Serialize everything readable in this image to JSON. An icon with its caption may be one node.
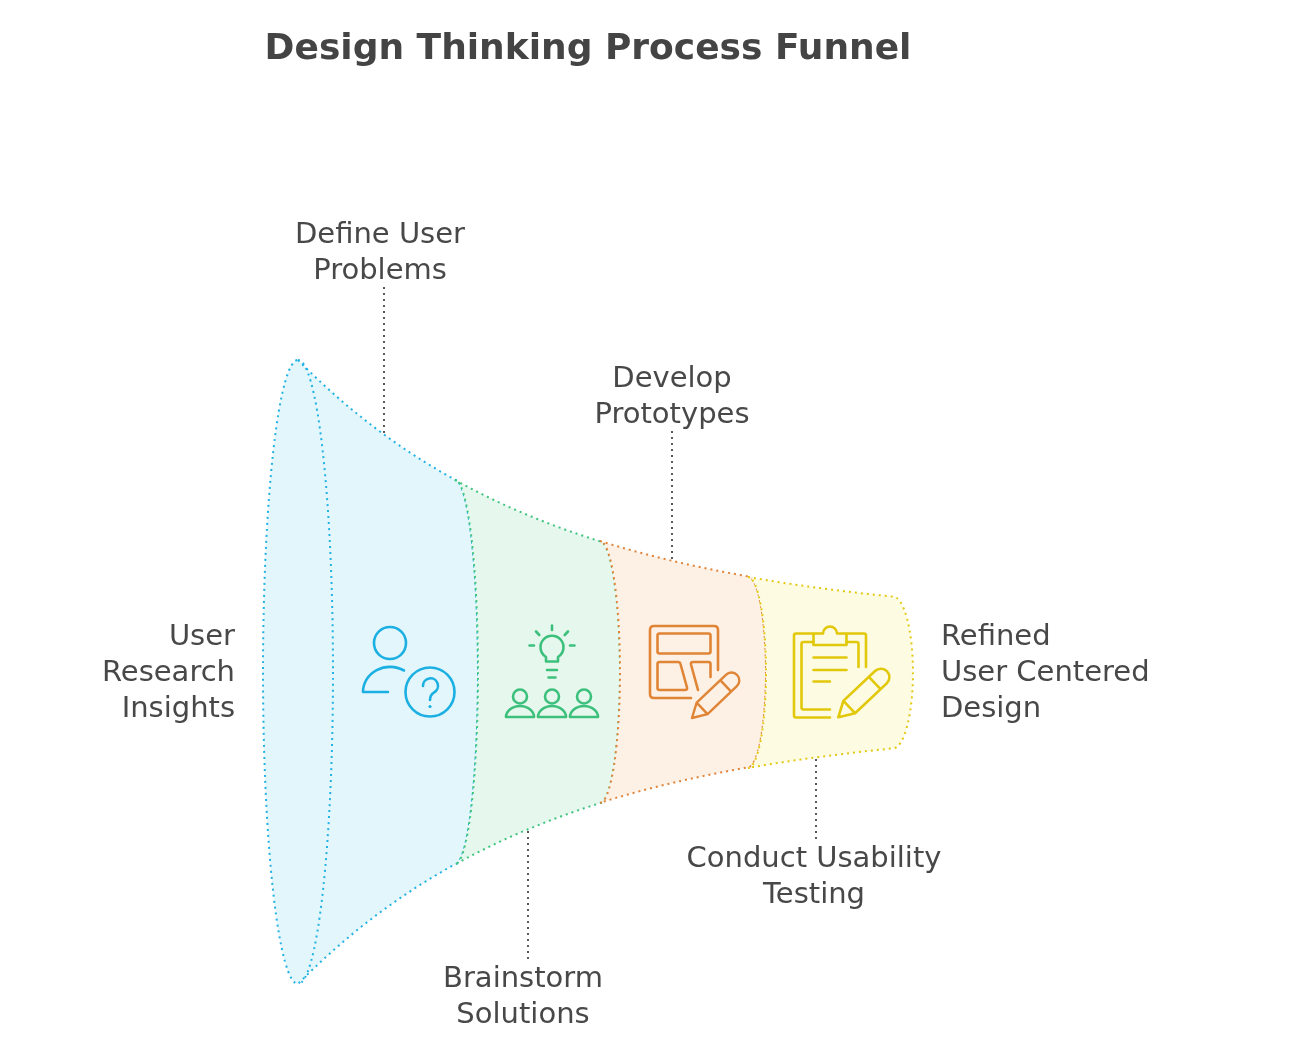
{
  "diagram": {
    "title": "Design Thinking Process Funnel",
    "nodes": [
      {
        "text": [],
        "shape": "funnel"
      },
      {
        "text": [],
        "shape": "funnel"
      },
      {
        "text": [],
        "shape": "funnel"
      },
      {
        "text": [],
        "shape": "funnel"
      },
      {
        "text": [
          "Define User Problems"
        ]
      },
      {
        "text": [
          "Brainstorm Solutions"
        ]
      },
      {
        "text": [
          "Develop Prototypes"
        ]
      },
      {
        "text": [
          "Conduct Usability Testing"
        ]
      }
    ],
    "edges": [
      {
        "from": 4,
        "to": 0,
        "arrow": "none"
      },
      {
        "from": 5,
        "to": 1,
        "arrow": "none"
      },
      {
        "from": 6,
        "to": 2,
        "arrow": "none"
      },
      {
        "from": 7,
        "to": 3,
        "arrow": "none"
      }
    ],
    "labels": [
      "User Research Insights",
      "Refined User Centered Design"
    ]
  }
}
